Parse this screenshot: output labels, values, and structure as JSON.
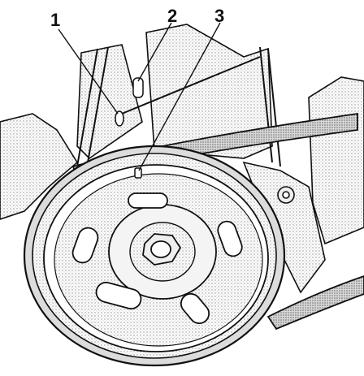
{
  "callouts": [
    {
      "number": "1"
    },
    {
      "number": "2"
    },
    {
      "number": "3"
    }
  ],
  "colors": {
    "ink": "#111111",
    "shade": "#8a8a8a",
    "light_shade": "#c8c8c8",
    "paper": "#ffffff"
  }
}
